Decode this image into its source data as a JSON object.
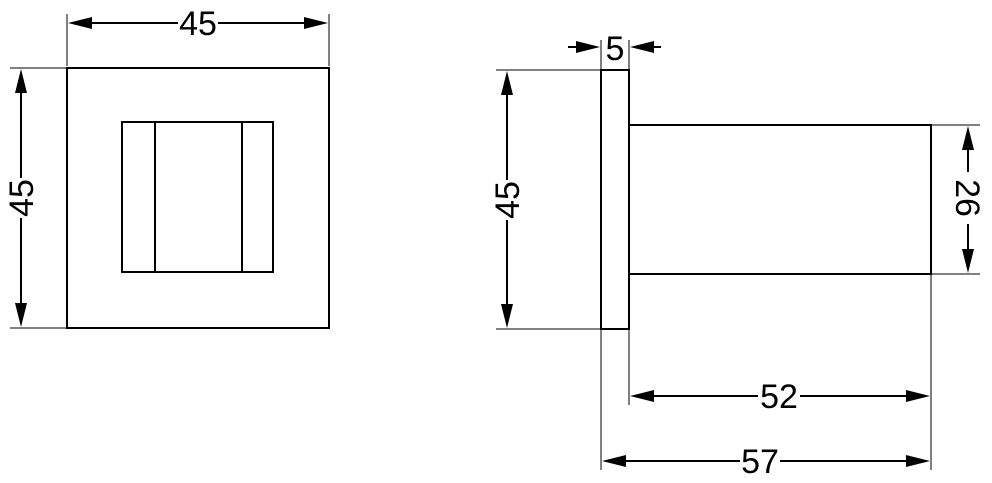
{
  "front_view": {
    "width_label": "45",
    "height_label": "45"
  },
  "side_view": {
    "plate_thickness_label": "5",
    "height_label": "45",
    "knob_diameter_label": "26",
    "knob_length_label": "52",
    "total_length_label": "57"
  }
}
